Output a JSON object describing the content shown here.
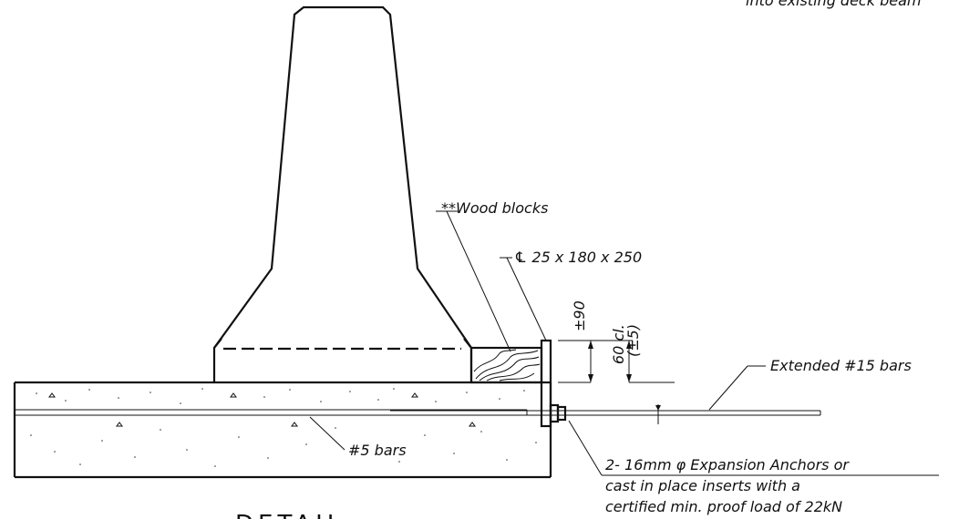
{
  "labels": {
    "top_note": "into existing deck beam",
    "wood_blocks": "**Wood blocks",
    "plate": "℄ 25 x 180 x 250",
    "dim_90": "±90",
    "dim_60": "60 cl.",
    "dim_5": "(±5)",
    "extended_bars": "Extended #15 bars",
    "bars5": "#5 bars",
    "anchors_line1": "2- 16mm φ Expansion Anchors or",
    "anchors_line2": "cast in place inserts with a",
    "anchors_line3": "certified min. proof load of 22kN",
    "detail_title": "DETAIL"
  }
}
